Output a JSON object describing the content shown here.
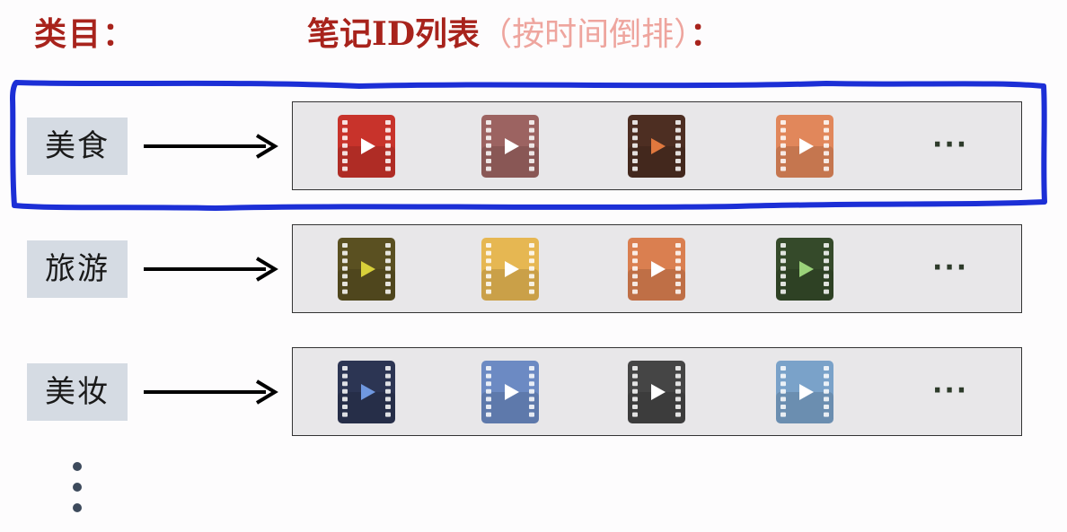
{
  "header": {
    "category_label": "类目：",
    "list_label": "笔记ID列表",
    "list_qualifier": "（按时间倒排）",
    "list_colon": "："
  },
  "rows": [
    {
      "category": "美食",
      "highlighted": true,
      "notes": [
        {
          "icon": "video-note-icon",
          "color": "#c8332b",
          "play": "#ffffff"
        },
        {
          "icon": "video-note-icon",
          "color": "#9c6361",
          "play": "#ffffff"
        },
        {
          "icon": "video-note-icon",
          "color": "#4d2e22",
          "play": "#e0783e"
        },
        {
          "icon": "video-note-icon",
          "color": "#e1875b",
          "play": "#ffffff"
        }
      ],
      "more": "···"
    },
    {
      "category": "旅游",
      "highlighted": false,
      "notes": [
        {
          "icon": "video-note-icon",
          "color": "#5a5021",
          "play": "#d8d03a"
        },
        {
          "icon": "video-note-icon",
          "color": "#e6b752",
          "play": "#ffffff"
        },
        {
          "icon": "video-note-icon",
          "color": "#da7f50",
          "play": "#ffffff"
        },
        {
          "icon": "video-note-icon",
          "color": "#354a2a",
          "play": "#9bd37a"
        }
      ],
      "more": "···"
    },
    {
      "category": "美妆",
      "highlighted": false,
      "notes": [
        {
          "icon": "video-note-icon",
          "color": "#2c3553",
          "play": "#6f98e0"
        },
        {
          "icon": "video-note-icon",
          "color": "#6c8ac3",
          "play": "#ffffff"
        },
        {
          "icon": "video-note-icon",
          "color": "#454545",
          "play": "#ffffff"
        },
        {
          "icon": "video-note-icon",
          "color": "#7aa2c9",
          "play": "#ffffff"
        }
      ],
      "more": "···"
    }
  ],
  "colors": {
    "header_dark_red": "#a8231c",
    "header_light_red": "#eea59e",
    "highlight_blue": "#1c2fd6",
    "category_bg": "#d5dbe3",
    "list_bg": "#e8e7e9"
  }
}
